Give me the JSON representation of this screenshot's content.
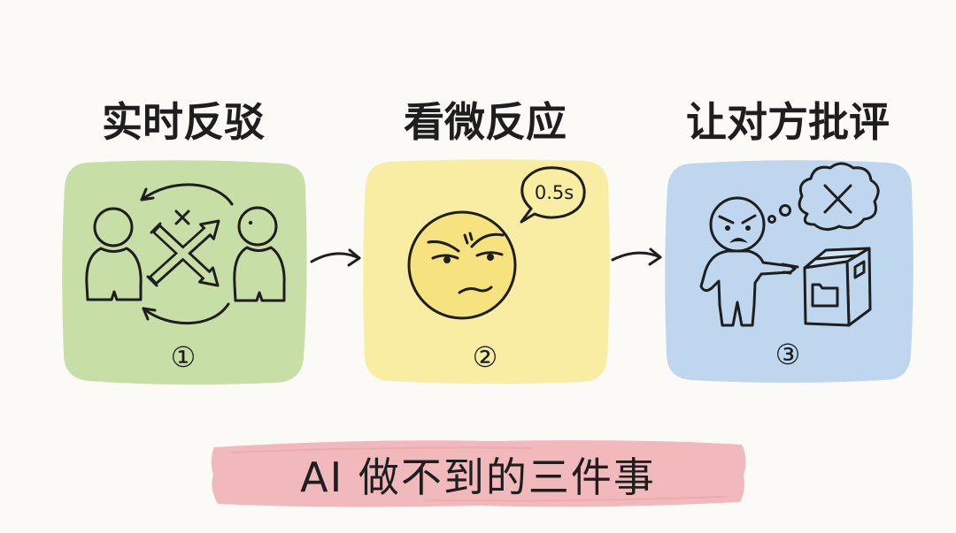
{
  "colors": {
    "background": "#fbfaf7",
    "ink": "#1e1e1e"
  },
  "panels": [
    {
      "title": "实时反驳",
      "number": "①",
      "color": "#c7dfa7",
      "icon": "debate-arrows-icon"
    },
    {
      "title": "看微反应",
      "number": "②",
      "color": "#f8eda2",
      "face_color": "#f6e27e",
      "bubble_text": "0.5s",
      "icon": "skeptical-face-icon"
    },
    {
      "title": "让对方批评",
      "number": "③",
      "color": "#bfd7ee",
      "box_top_color": "#d3e4f4",
      "icon": "pointing-critic-icon"
    }
  ],
  "banner": {
    "text": "AI 做不到的三件事",
    "color": "#f2b9bd"
  }
}
